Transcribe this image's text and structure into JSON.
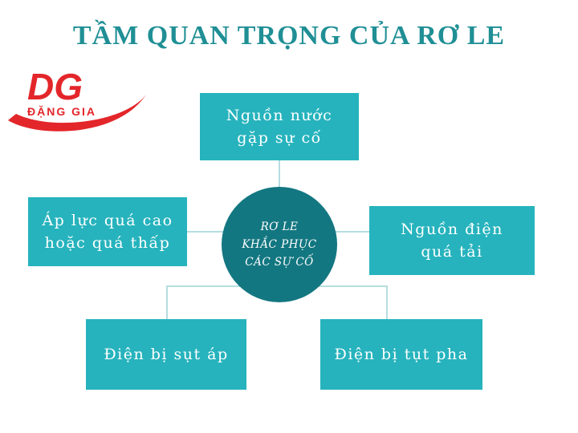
{
  "title": "TẦM QUAN TRỌNG CỦA RƠ LE",
  "logo": {
    "monogram": "DG",
    "name": "ĐẶNG GIA",
    "color": "#e3262a"
  },
  "colors": {
    "title": "#1f8f95",
    "box": "#26b3bd",
    "hub": "#137781",
    "connector": "#b6dde0"
  },
  "hub": {
    "lines": [
      "RƠ LE",
      "KHẮC PHỤC",
      "CÁC SỰ CỐ"
    ]
  },
  "nodes": {
    "top": {
      "lines": [
        "Nguồn nước",
        "gặp sự cố"
      ]
    },
    "left": {
      "lines": [
        "Áp lực quá cao",
        "hoặc quá thấp"
      ]
    },
    "right": {
      "lines": [
        "Nguồn điện",
        "quá tải"
      ]
    },
    "bottom_left": {
      "lines": [
        "Điện bị sụt áp"
      ]
    },
    "bottom_right": {
      "lines": [
        "Điện bị tụt pha"
      ]
    }
  }
}
